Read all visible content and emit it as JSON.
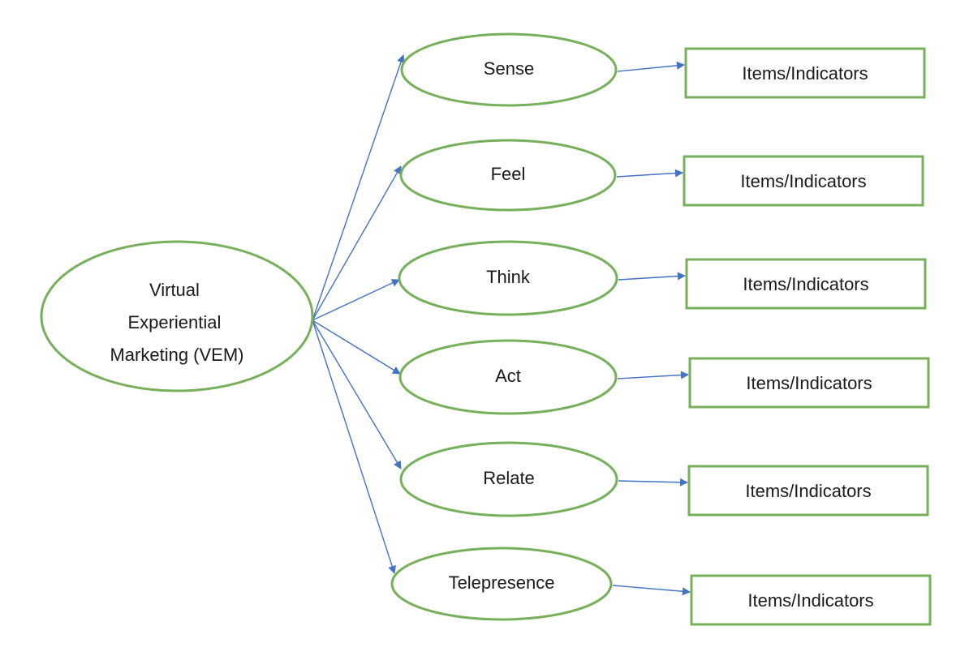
{
  "colors": {
    "node_stroke": "#77b05a",
    "arrow": "#4472c4",
    "text": "#1a1a1a"
  },
  "diagram": {
    "root": {
      "id": "vem",
      "lines": [
        "Virtual",
        "Experiential",
        "Marketing (VEM)"
      ]
    },
    "dimensions": [
      {
        "id": "sense",
        "label": "Sense",
        "indicator": "Items/Indicators"
      },
      {
        "id": "feel",
        "label": "Feel",
        "indicator": "Items/Indicators"
      },
      {
        "id": "think",
        "label": "Think",
        "indicator": "Items/Indicators"
      },
      {
        "id": "act",
        "label": "Act",
        "indicator": "Items/Indicators"
      },
      {
        "id": "relate",
        "label": "Relate",
        "indicator": "Items/Indicators"
      },
      {
        "id": "telepresence",
        "label": "Telepresence",
        "indicator": "Items/Indicators"
      }
    ]
  }
}
